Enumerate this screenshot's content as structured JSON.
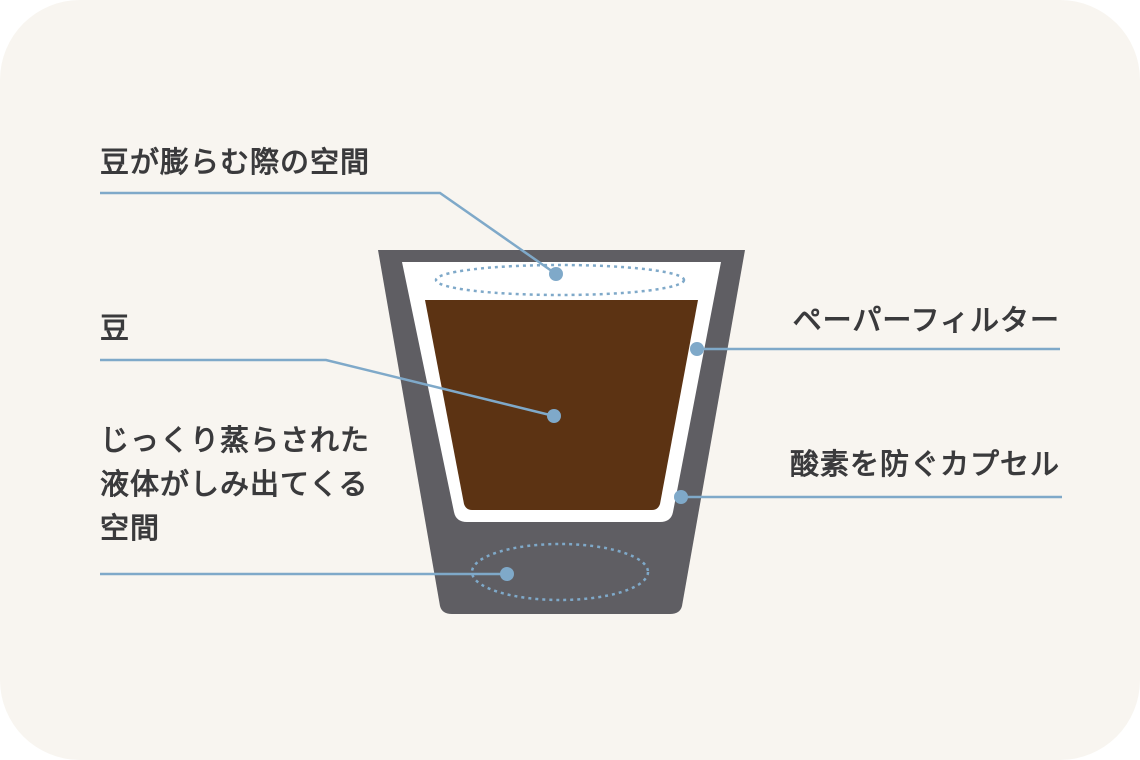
{
  "labels": {
    "space_top": "豆が膨らむ際の空間",
    "beans": "豆",
    "liquid_space": [
      "じっくり蒸らされた",
      "液体がしみ出てくる",
      "空間"
    ],
    "paper_filter": "ペーパーフィルター",
    "capsule": "酸素を防ぐカプセル"
  },
  "colors": {
    "background": "#f8f5f0",
    "capsule": "#5f5e63",
    "filter": "#ffffff",
    "coffee": "#5c3313",
    "leader_line": "#7fa9c9",
    "text": "#3a3a3c"
  }
}
